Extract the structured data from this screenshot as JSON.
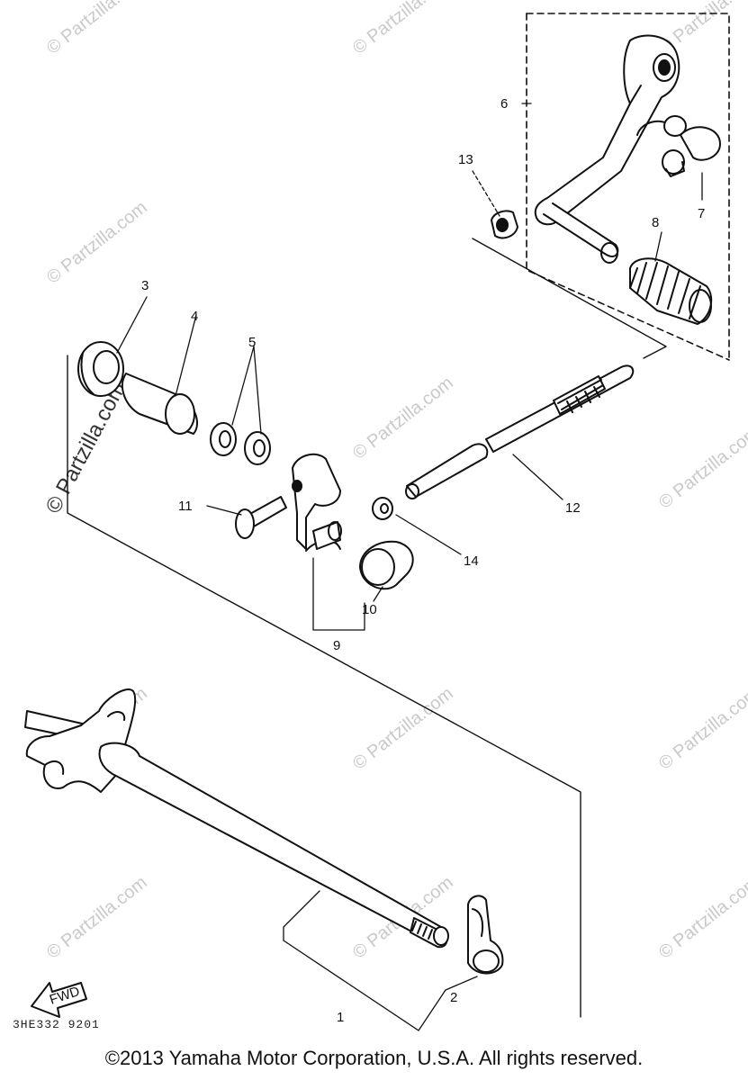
{
  "watermark": {
    "text": "© Partzilla.com",
    "count": 12
  },
  "side_watermark": "© Partzilla.com",
  "callouts": {
    "c1": "1",
    "c2": "2",
    "c3": "3",
    "c4": "4",
    "c5": "5",
    "c6": "6",
    "c7": "7",
    "c8": "8",
    "c9": "9",
    "c10": "10",
    "c11": "11",
    "c12": "12",
    "c13": "13",
    "c14": "14"
  },
  "fwd_label": "FWD",
  "diagram_code": "3HE332 9201",
  "copyright": "©2013 Yamaha Motor Corporation, U.S.A. All rights reserved.",
  "colors": {
    "line": "#111111",
    "watermark": "#c9c9c9",
    "background": "#ffffff"
  }
}
